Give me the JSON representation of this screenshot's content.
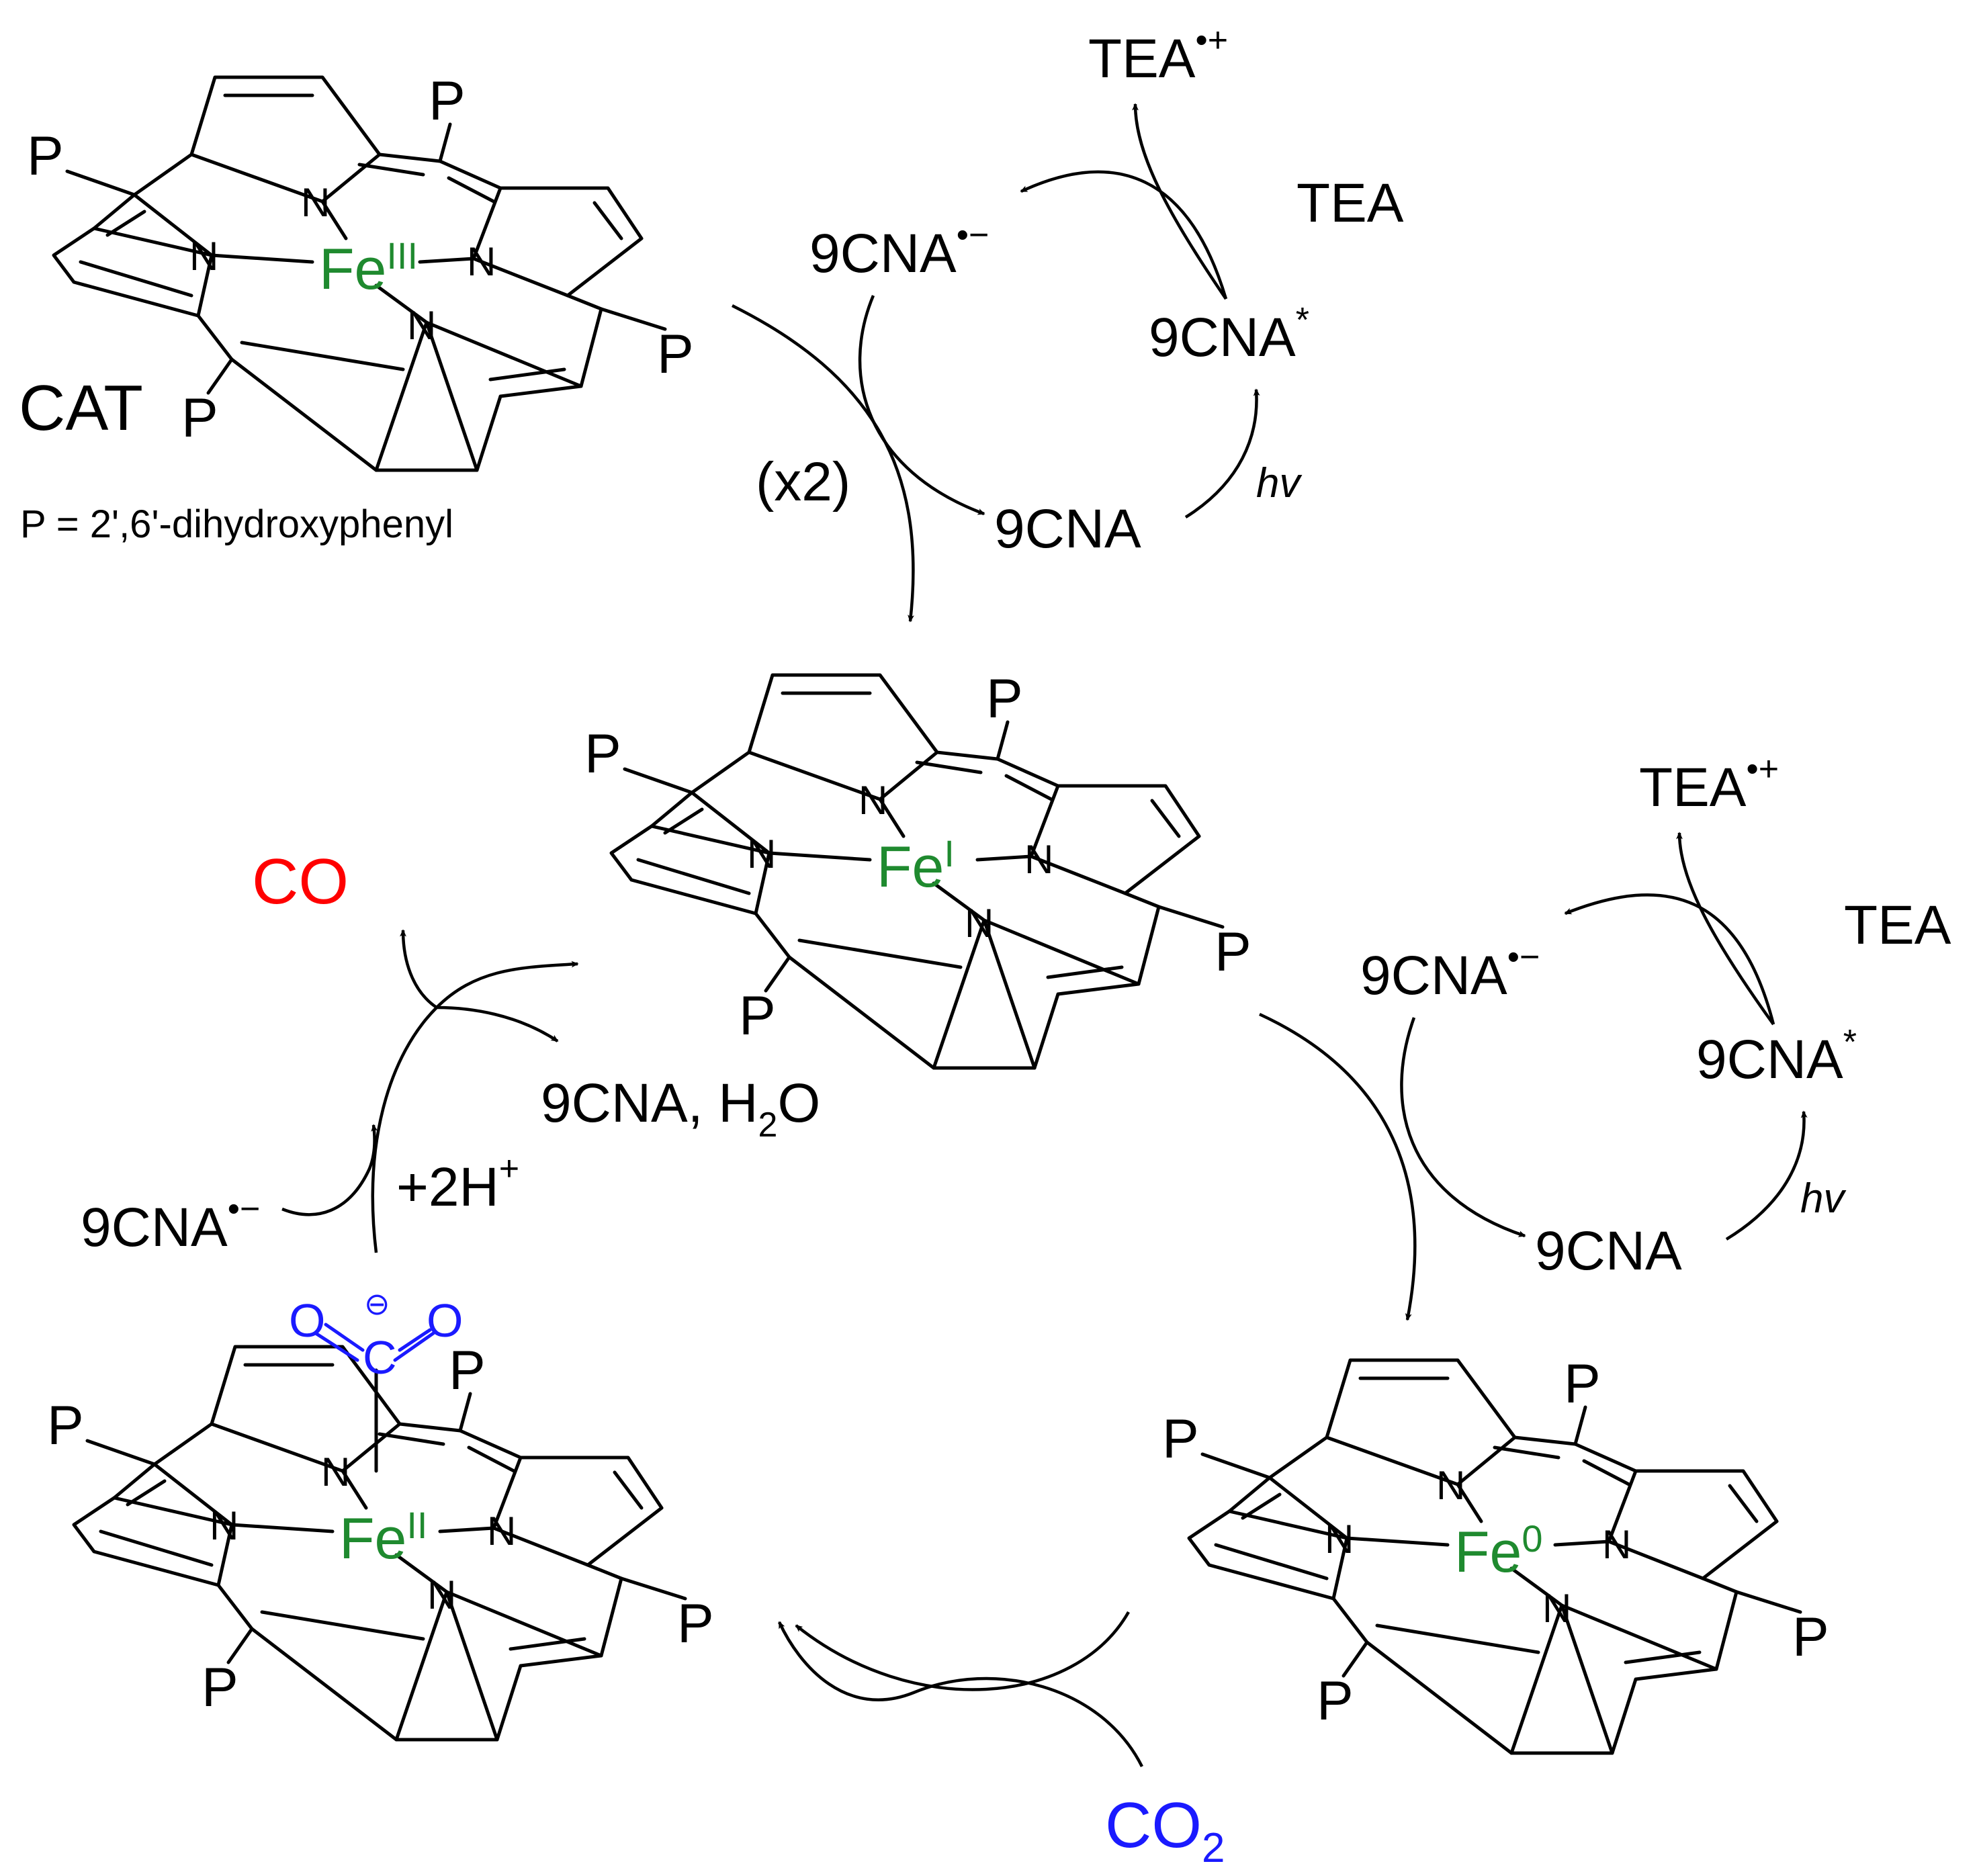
{
  "labels": {
    "cat": "CAT",
    "p_definition": "P = 2',6'-dihydroxyphenyl",
    "times_two": "(x2)",
    "hv": "hv",
    "cna": "9CNA",
    "cna_radical_anion": "9CNA",
    "cna_radical_anion_sup": "•−",
    "cna_excited": "9CNA",
    "cna_excited_sup": "*",
    "tea": "TEA",
    "tea_radical_cation": "TEA",
    "tea_radical_cation_sup": "•+",
    "co": "CO",
    "co2": "CO",
    "co2_sub": "2",
    "plus_protons": "+2H",
    "plus_protons_sup": "+",
    "byproducts": "9CNA, H",
    "byproducts_sub": "2",
    "byproducts_tail": "O"
  },
  "atoms": {
    "nitrogen": "N",
    "substituent": "P",
    "iron": "Fe",
    "oxygen": "O",
    "carbon": "C",
    "carboxylate_charge": "⊖"
  },
  "complexes": {
    "fe_iii": {
      "metal": "Fe",
      "oxidation_state": "III"
    },
    "fe_i": {
      "metal": "Fe",
      "oxidation_state": "I"
    },
    "fe_0": {
      "metal": "Fe",
      "oxidation_state": "0"
    },
    "fe_ii": {
      "metal": "Fe",
      "oxidation_state": "II"
    }
  },
  "colors": {
    "iron": "#1f8a2f",
    "co": "#ff0000",
    "co2": "#1a1aff",
    "carboxylate": "#1a1aff",
    "ink": "#000000"
  }
}
